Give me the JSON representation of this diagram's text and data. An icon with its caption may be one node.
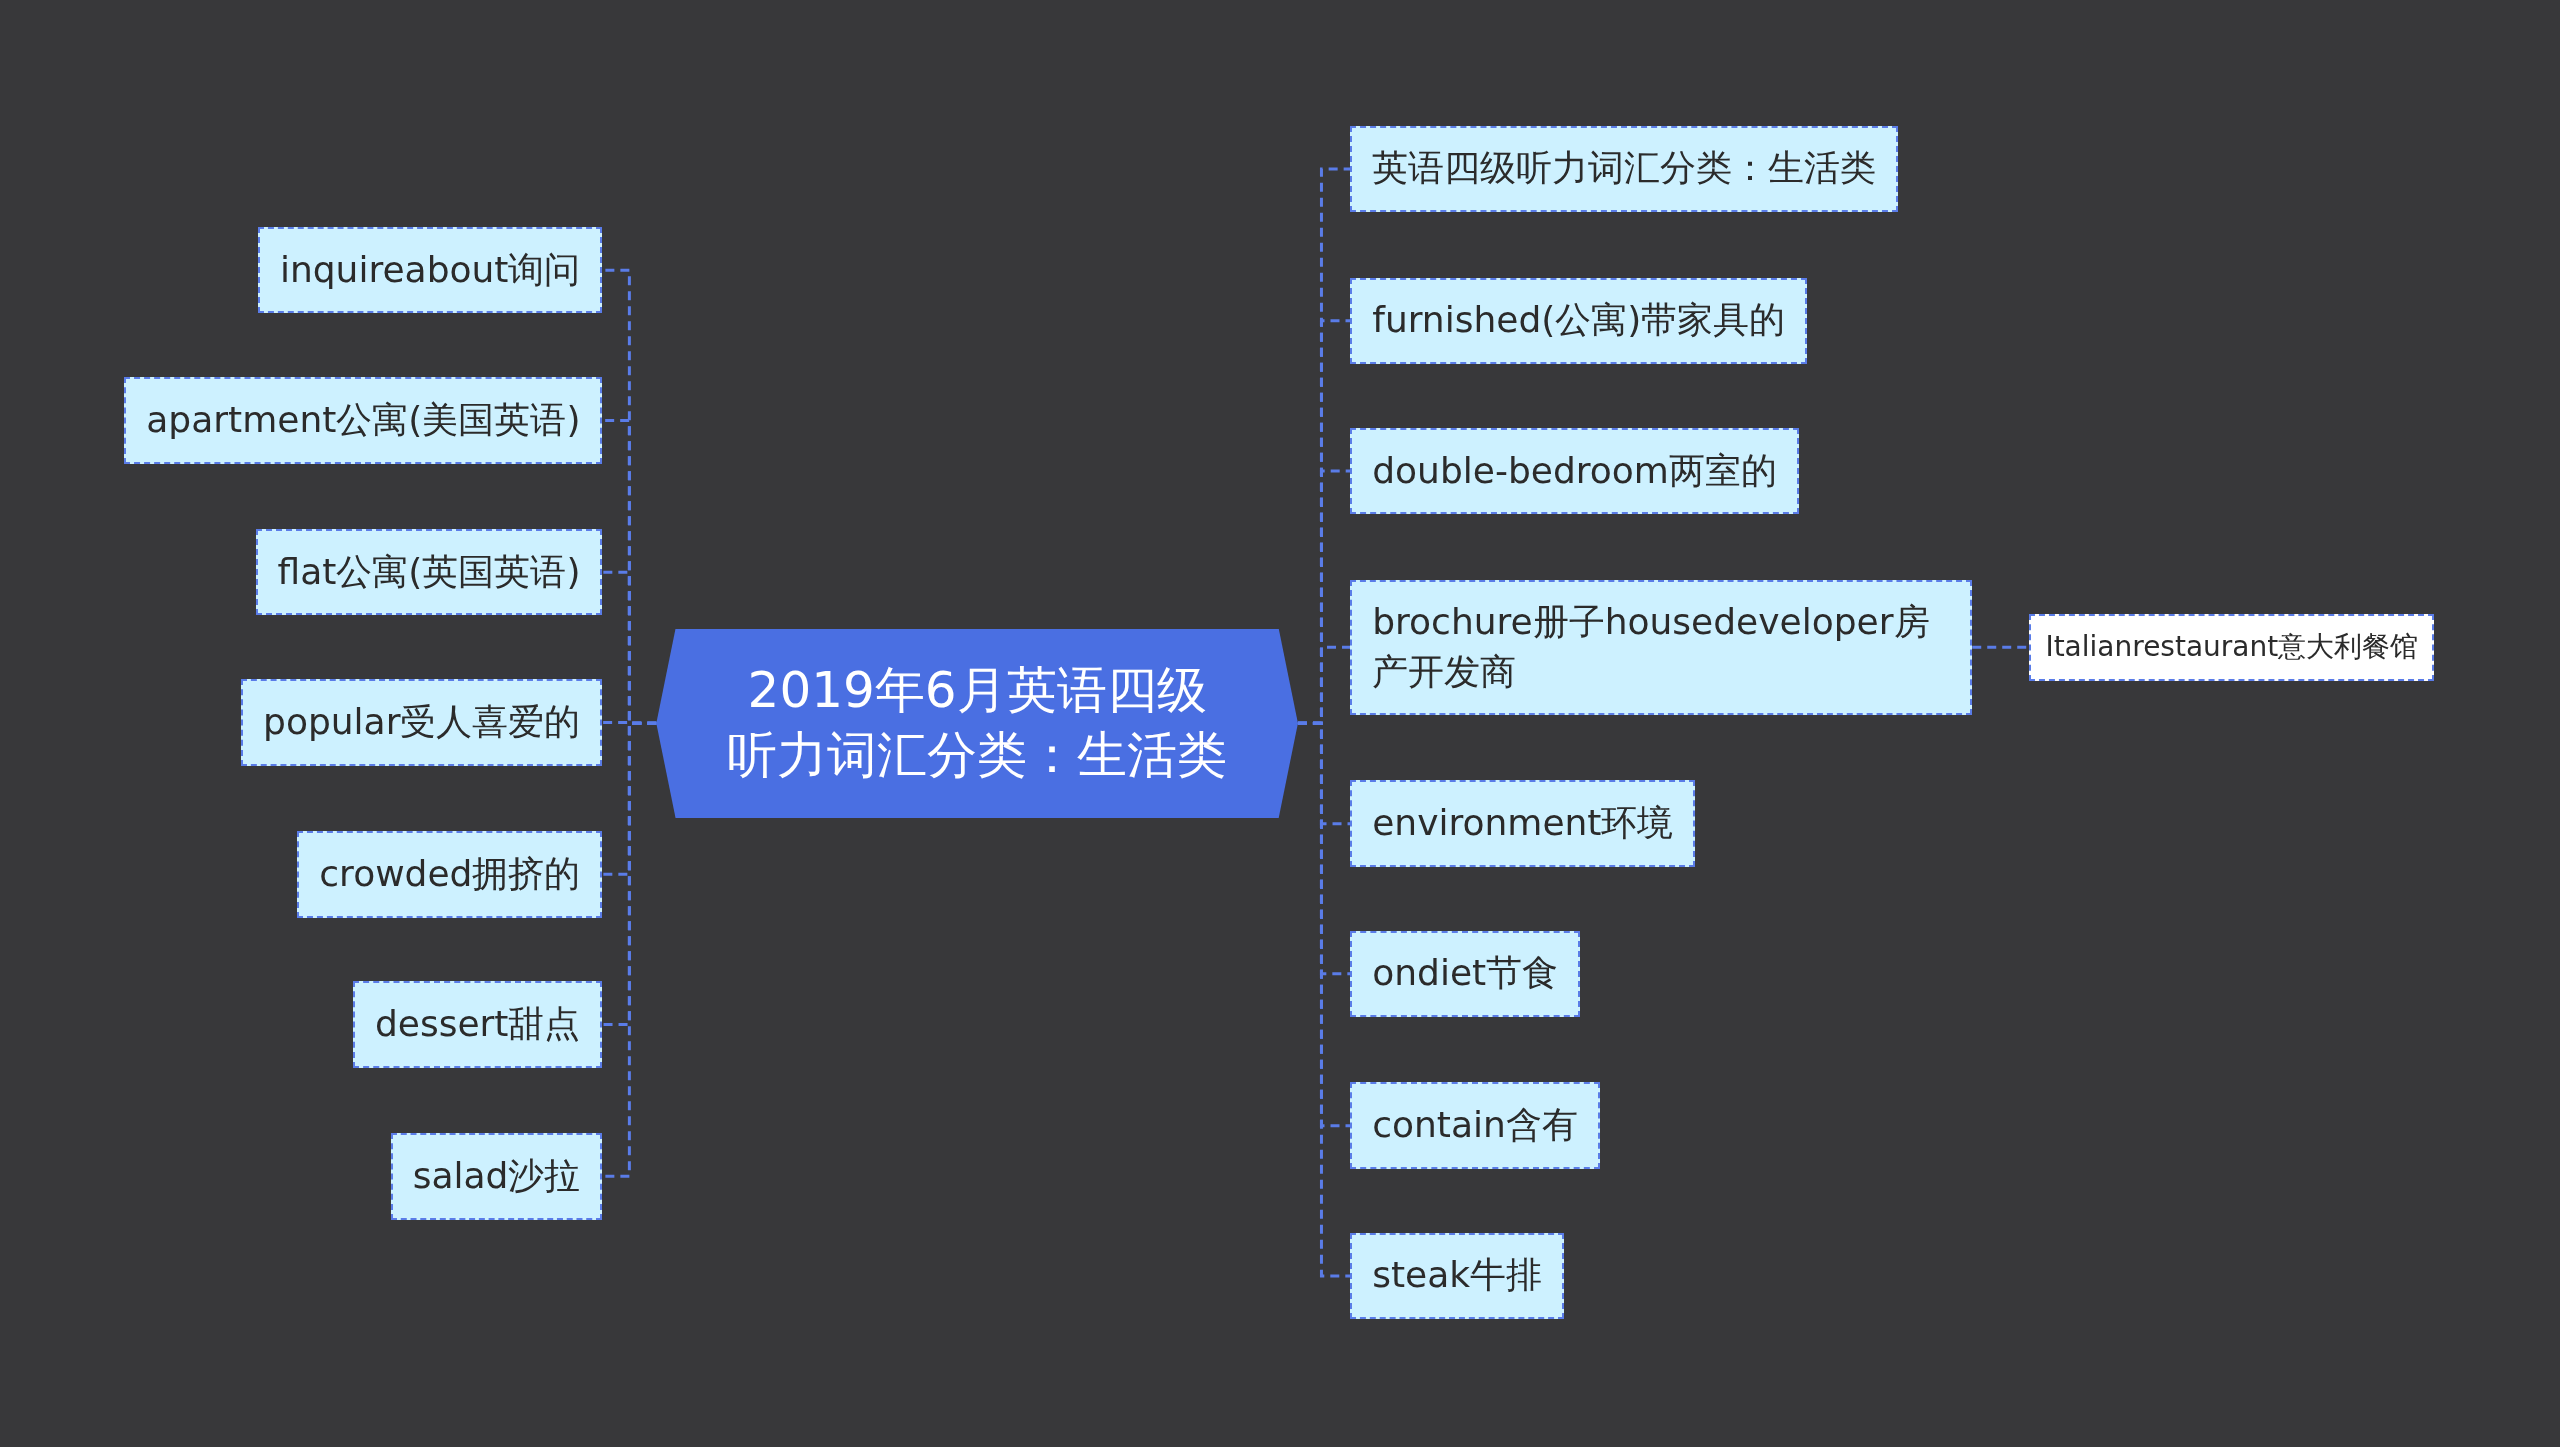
{
  "diagram": {
    "nodes": [
      {
        "text": [
          "2019年6月英语四级听力词汇分类：生活类"
        ]
      },
      {
        "text": [
          "英语四级听力词汇分类：生活类"
        ]
      },
      {
        "text": [
          "furnished(公寓)带家具的"
        ]
      },
      {
        "text": [
          "double-bedroom两室的"
        ]
      },
      {
        "text": [
          "brochure册子housedeveloper房产开发商"
        ]
      },
      {
        "text": [
          "Italianrestaurant意大利餐馆"
        ]
      },
      {
        "text": [
          "environment环境"
        ]
      },
      {
        "text": [
          "ondiet节食"
        ]
      },
      {
        "text": [
          "contain含有"
        ]
      },
      {
        "text": [
          "steak牛排"
        ]
      },
      {
        "text": [
          "inquireabout询问"
        ]
      },
      {
        "text": [
          "apartment公寓(美国英语)"
        ]
      },
      {
        "text": [
          "flat公寓(英国英语)"
        ]
      },
      {
        "text": [
          "popular受人喜爱的"
        ]
      },
      {
        "text": [
          "crowded拥挤的"
        ]
      },
      {
        "text": [
          "dessert甜点"
        ]
      },
      {
        "text": [
          "salad沙拉"
        ]
      }
    ],
    "edges": [
      {
        "from": 0,
        "to": 1,
        "arrow": "none"
      },
      {
        "from": 0,
        "to": 2,
        "arrow": "none"
      },
      {
        "from": 0,
        "to": 3,
        "arrow": "none"
      },
      {
        "from": 0,
        "to": 4,
        "arrow": "none"
      },
      {
        "from": 4,
        "to": 5,
        "arrow": "none"
      },
      {
        "from": 0,
        "to": 6,
        "arrow": "none"
      },
      {
        "from": 0,
        "to": 7,
        "arrow": "none"
      },
      {
        "from": 0,
        "to": 8,
        "arrow": "none"
      },
      {
        "from": 0,
        "to": 9,
        "arrow": "none"
      },
      {
        "from": 0,
        "to": 10,
        "arrow": "none"
      },
      {
        "from": 0,
        "to": 11,
        "arrow": "none"
      },
      {
        "from": 0,
        "to": 12,
        "arrow": "none"
      },
      {
        "from": 0,
        "to": 13,
        "arrow": "none"
      },
      {
        "from": 0,
        "to": 14,
        "arrow": "none"
      },
      {
        "from": 0,
        "to": 15,
        "arrow": "none"
      },
      {
        "from": 0,
        "to": 16,
        "arrow": "none"
      }
    ]
  }
}
